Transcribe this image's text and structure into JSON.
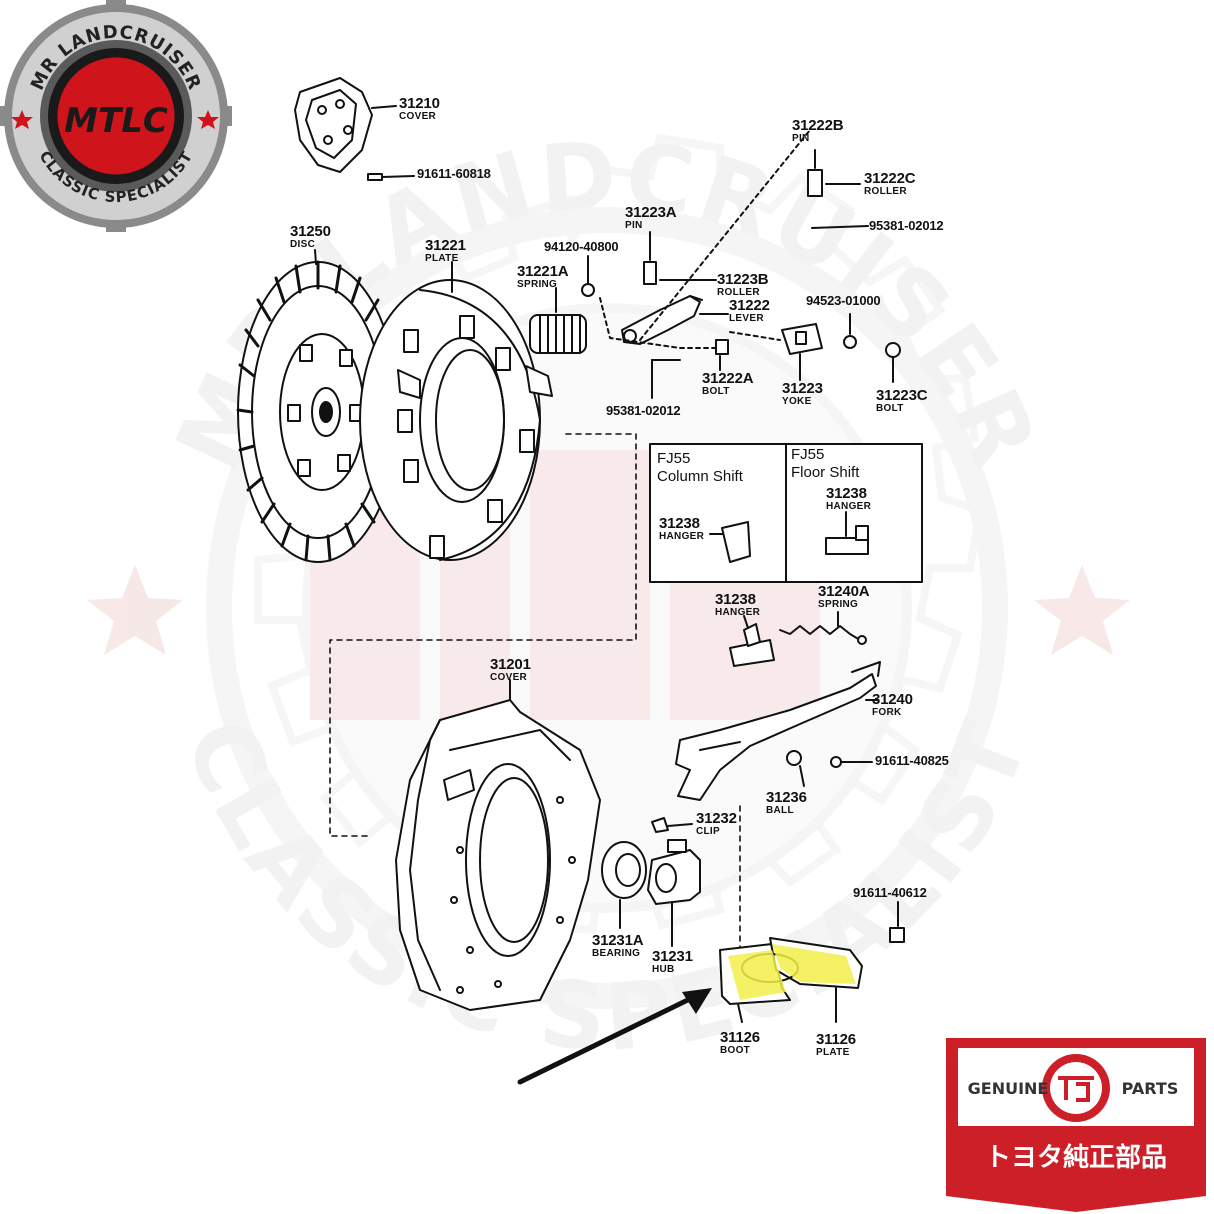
{
  "logo": {
    "top_text": "MR LANDCRUISER",
    "monogram": "MTLC",
    "bottom_text": "CLASSIC SPECIALIST"
  },
  "watermark": {
    "top_text": "MR LANDCRUISER",
    "bottom_text": "CLASSIC SPECIALIST"
  },
  "badge": {
    "left": "GENUINE",
    "right": "PARTS",
    "japanese": "トヨタ純正部品"
  },
  "parts": {
    "p31210": {
      "num": "31210",
      "name": "COVER"
    },
    "p91611_60818": {
      "num": "91611-60818"
    },
    "p31250": {
      "num": "31250",
      "name": "DISC"
    },
    "p31221": {
      "num": "31221",
      "name": "PLATE"
    },
    "p31221A": {
      "num": "31221A",
      "name": "SPRING"
    },
    "p94120_40800": {
      "num": "94120-40800"
    },
    "p31223A": {
      "num": "31223A",
      "name": "PIN"
    },
    "p31222B": {
      "num": "31222B",
      "name": "PIN"
    },
    "p31222C": {
      "num": "31222C",
      "name": "ROLLER"
    },
    "p95381_02012_a": {
      "num": "95381-02012"
    },
    "p31223B": {
      "num": "31223B",
      "name": "ROLLER"
    },
    "p31222": {
      "num": "31222",
      "name": "LEVER"
    },
    "p94523_01000": {
      "num": "94523-01000"
    },
    "p31222A": {
      "num": "31222A",
      "name": "BOLT"
    },
    "p31223": {
      "num": "31223",
      "name": "YOKE"
    },
    "p31223C": {
      "num": "31223C",
      "name": "BOLT"
    },
    "p95381_02012_b": {
      "num": "95381-02012"
    },
    "p31238_col": {
      "num": "31238",
      "name": "HANGER"
    },
    "p31238_floor": {
      "num": "31238",
      "name": "HANGER"
    },
    "p31238": {
      "num": "31238",
      "name": "HANGER"
    },
    "p31240A": {
      "num": "31240A",
      "name": "SPRING"
    },
    "p31201": {
      "num": "31201",
      "name": "COVER"
    },
    "p31240": {
      "num": "31240",
      "name": "FORK"
    },
    "p91611_40825": {
      "num": "91611-40825"
    },
    "p31236": {
      "num": "31236",
      "name": "BALL"
    },
    "p31232": {
      "num": "31232",
      "name": "CLIP"
    },
    "p91611_40612": {
      "num": "91611-40612"
    },
    "p31231A": {
      "num": "31231A",
      "name": "BEARING"
    },
    "p31231": {
      "num": "31231",
      "name": "HUB"
    },
    "p31126_boot": {
      "num": "31126",
      "name": "BOOT"
    },
    "p31126_plate": {
      "num": "31126",
      "name": "PLATE"
    }
  },
  "inset": {
    "left_title_1": "FJ55",
    "left_title_2": "Column Shift",
    "right_title_1": "FJ55",
    "right_title_2": "Floor Shift"
  },
  "colors": {
    "logo_red": "#d0141c",
    "logo_gray": "#6e6e6e",
    "highlight_yellow": "#f3ee4a",
    "badge_red": "#cc1f28",
    "watermark_gray": "#ececec"
  }
}
